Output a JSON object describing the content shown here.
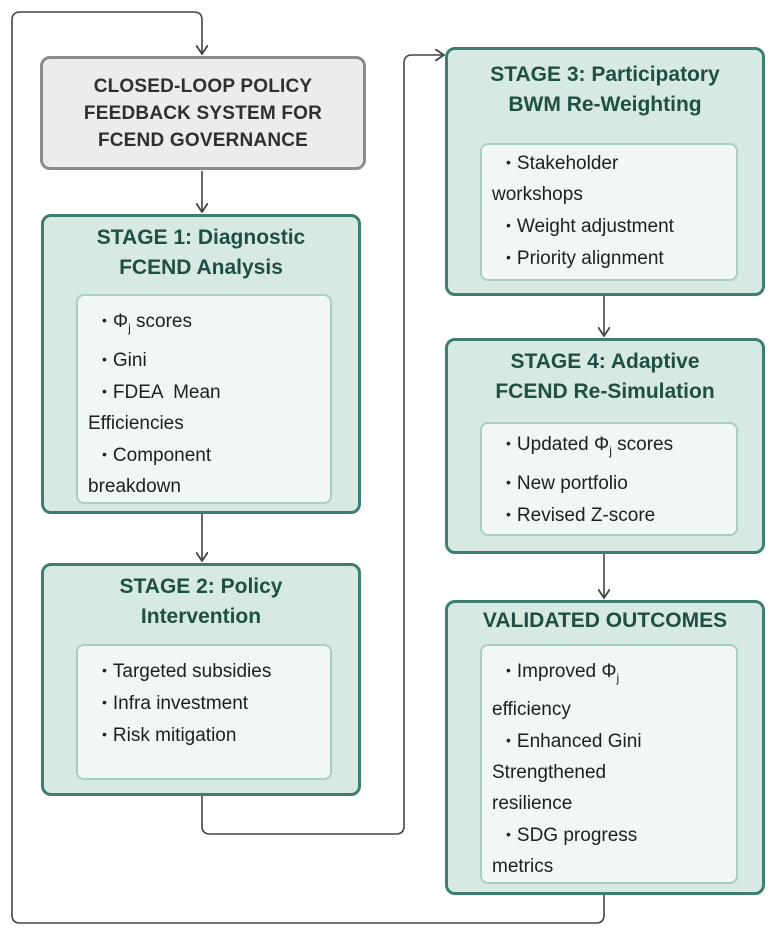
{
  "header": {
    "line1": "CLOSED-LOOP POLICY",
    "line2": "FEEDBACK SYSTEM FOR",
    "line3": "FCEND GOVERNANCE"
  },
  "stage1": {
    "title_line1": "STAGE 1: Diagnostic",
    "title_line2": "FCEND Analysis",
    "items": [
      {
        "bullet": "•",
        "text": "Φ",
        "sub": "j",
        "after": " scores"
      },
      {
        "bullet": "•",
        "text": "Gini"
      },
      {
        "bullet": "•",
        "text": "FDEA  Mean",
        "cont": "Efficiencies"
      },
      {
        "bullet": "•",
        "text": "Component",
        "cont": "breakdown"
      }
    ]
  },
  "stage2": {
    "title_line1": "STAGE 2: Policy",
    "title_line2": "Intervention",
    "items": [
      {
        "bullet": "•",
        "text": "Targeted subsidies"
      },
      {
        "bullet": "•",
        "text": "Infra investment"
      },
      {
        "bullet": "•",
        "text": "Risk mitigation"
      }
    ]
  },
  "stage3": {
    "title_line1": "STAGE 3: Participatory",
    "title_line2": "BWM Re-Weighting",
    "items": [
      {
        "bullet": "•",
        "text": "Stakeholder",
        "cont": "workshops"
      },
      {
        "bullet": "•",
        "text": "Weight adjustment"
      },
      {
        "bullet": "•",
        "text": "Priority alignment"
      }
    ]
  },
  "stage4": {
    "title_line1": "STAGE 4: Adaptive",
    "title_line2": "FCEND Re-Simulation",
    "items": [
      {
        "bullet": "•",
        "text": "Updated Φ",
        "sub": "j",
        "after": " scores"
      },
      {
        "bullet": "•",
        "text": "New portfolio"
      },
      {
        "bullet": "•",
        "text": "Revised Z-score"
      }
    ]
  },
  "outcomes": {
    "title": "VALIDATED OUTCOMES",
    "items": [
      {
        "bullet": "•",
        "text": "Improved Φ",
        "sub": "j",
        "after": "",
        "cont": "efficiency"
      },
      {
        "bullet": "•",
        "text": "Enhanced Gini",
        "cont": "Strengthened",
        "cont2": "resilience"
      },
      {
        "bullet": "•",
        "text": "SDG progress",
        "cont": "metrics"
      }
    ]
  },
  "colors": {
    "stage_fill": "#d7e9e3",
    "stage_border": "#3e7e72",
    "inner_fill": "#f1f7f5",
    "inner_border": "#a8cfc4",
    "title_fill": "#ececec",
    "title_border": "#8c8c8c",
    "arrow": "#444444"
  }
}
